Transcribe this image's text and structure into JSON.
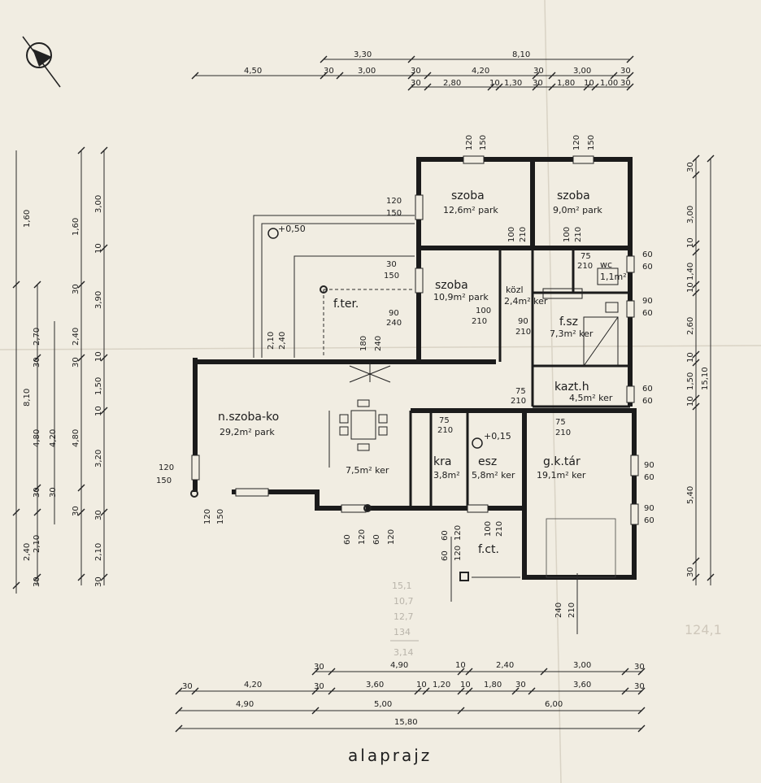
{
  "title": "alaprajz",
  "rooms": {
    "room1": {
      "name": "szoba",
      "area": "12,6m² park"
    },
    "room2": {
      "name": "szoba",
      "area": "9,0m² park"
    },
    "room3": {
      "name": "szoba",
      "area": "10,9m² park"
    },
    "kozl": {
      "name": "közl",
      "area": "2,4m² ker"
    },
    "wc": {
      "name": "wc",
      "area": "1,1m²"
    },
    "fsz": {
      "name": "f.sz",
      "area": "7,3m² ker"
    },
    "fter": {
      "name": "f.ter."
    },
    "kamra_h": {
      "name": "kazt.h",
      "area": "4,5m² ker"
    },
    "nszoba": {
      "name": "n.szoba-ko",
      "area": "29,2m² park"
    },
    "konyha": {
      "area": "7,5m² ker"
    },
    "kamra": {
      "name": "kra",
      "area": "3,8m²"
    },
    "esz": {
      "name": "esz",
      "area": "5,8m² ker"
    },
    "gktar": {
      "name": "g.k.tár",
      "area": "19,1m² ker"
    },
    "fct": {
      "name": "f.ct."
    }
  },
  "levels": {
    "terrace": "+0,50",
    "entry": "+0,15"
  },
  "dims_top": {
    "r1": [
      "3,30",
      "8,10"
    ],
    "r2": [
      "4,50",
      "30",
      "3,00",
      "30",
      "4,20",
      "30",
      "3,00",
      "30"
    ],
    "r3": [
      "30",
      "2,80",
      "10",
      "1,30",
      "30",
      "1,80",
      "10",
      "1,00",
      "30"
    ]
  },
  "dims_bottom": {
    "r1": [
      "30",
      "4,90",
      "10",
      "2,40",
      "3,00",
      "30"
    ],
    "r2": [
      "30",
      "4,20",
      "30",
      "3,60",
      "10",
      "1,20",
      "10",
      "1,80",
      "30",
      "3,60",
      "30"
    ],
    "r3": [
      "4,90",
      "5,00",
      "6,00"
    ],
    "r4": [
      "15,80"
    ]
  },
  "dims_left": {
    "c1": [
      "1,60",
      "8,10",
      "2,40"
    ],
    "c2": [
      "2,70",
      "30",
      "4,80",
      "30",
      "2,10",
      "30"
    ],
    "c3": [
      "4,20",
      "30"
    ],
    "c4": [
      "1,60",
      "30",
      "2,40",
      "30",
      "4,80",
      "30"
    ],
    "c5": [
      "3,00",
      "10",
      "3,90",
      "10",
      "1,50",
      "10",
      "3,20",
      "30",
      "2,10",
      "30"
    ]
  },
  "dims_right": {
    "c1": [
      "30",
      "3,00",
      "10",
      "1,40",
      "10",
      "2,60",
      "10",
      "1,50",
      "10",
      "5,40",
      "30"
    ],
    "c2": [
      "15,10"
    ]
  },
  "openings": {
    "w1": [
      "120",
      "150"
    ],
    "w2": [
      "120",
      "150"
    ],
    "w3": [
      "120",
      "150"
    ],
    "w4": [
      "30",
      "150"
    ],
    "w5": [
      "90",
      "240"
    ],
    "w6": [
      "180",
      "240"
    ],
    "w7": [
      "2,10",
      "2,40"
    ],
    "w8": [
      "120",
      "150"
    ],
    "w9": [
      "120",
      "150"
    ],
    "w10": [
      "60",
      "120",
      "60",
      "120"
    ],
    "w11": [
      "60",
      "60"
    ],
    "w12": [
      "90",
      "60"
    ],
    "w13": [
      "60",
      "60"
    ],
    "w14": [
      "90",
      "60"
    ],
    "w15": [
      "90",
      "60"
    ],
    "w16": [
      "240",
      "210"
    ],
    "d1": [
      "100",
      "210"
    ],
    "d2": [
      "100",
      "210"
    ],
    "d3": [
      "75",
      "210"
    ],
    "d4": [
      "100",
      "210"
    ],
    "d5": [
      "90",
      "210"
    ],
    "d6": [
      "75",
      "210"
    ],
    "d7": [
      "100",
      "210"
    ],
    "d8": [
      "75",
      "210"
    ],
    "d9": [
      "60",
      "120"
    ],
    "d10": [
      "75",
      "210"
    ],
    "d11": [
      "60",
      "120"
    ]
  },
  "pencil_notes": [
    "15,1",
    "10,7",
    "12,7",
    "134",
    "3,14"
  ],
  "pencil_right": "124,1",
  "colors": {
    "paper": "#f1ede2",
    "ink": "#1b1b1b",
    "pencil": "#b9b4aa"
  }
}
